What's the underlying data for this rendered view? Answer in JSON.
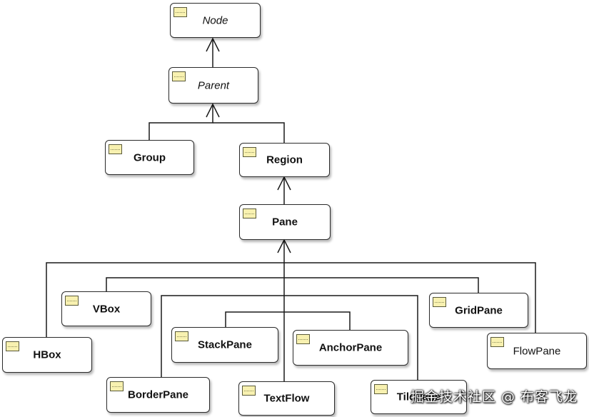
{
  "diagram": {
    "classes": {
      "node": "Node",
      "parent": "Parent",
      "group": "Group",
      "region": "Region",
      "pane": "Pane",
      "vbox": "VBox",
      "hbox": "HBox",
      "stackpane": "StackPane",
      "anchorpane": "AnchorPane",
      "gridpane": "GridPane",
      "flowpane": "FlowPane",
      "borderpane": "BorderPane",
      "textflow": "TextFlow",
      "tilepane": "TilePane"
    },
    "icon": "class-icon"
  },
  "watermark": "掘金技术社区 @ 布客飞龙"
}
